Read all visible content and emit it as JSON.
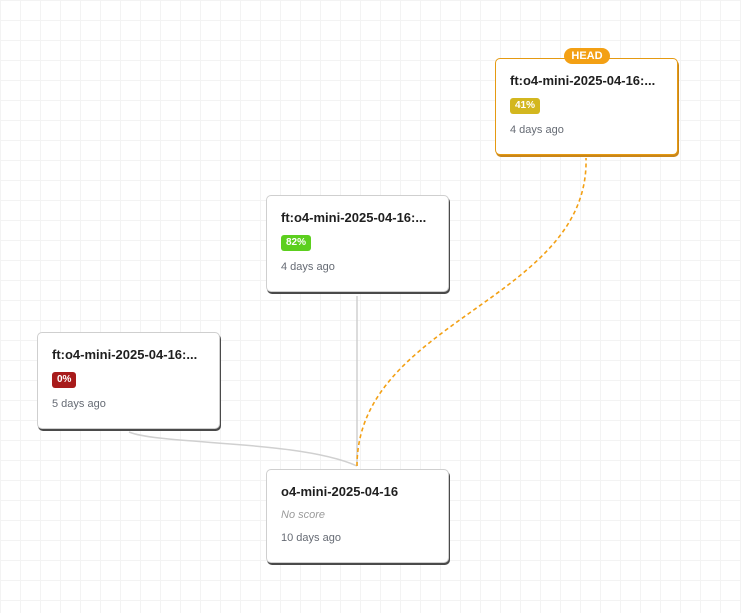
{
  "graph": {
    "head_label": "HEAD",
    "nodes": [
      {
        "id": "head",
        "title": "ft:o4-mini-2025-04-16:...",
        "score": "41%",
        "score_color": "#d3b71f",
        "time": "4 days ago",
        "is_head": true
      },
      {
        "id": "mid",
        "title": "ft:o4-mini-2025-04-16:...",
        "score": "82%",
        "score_color": "#5ccf1e",
        "time": "4 days ago",
        "is_head": false
      },
      {
        "id": "left",
        "title": "ft:o4-mini-2025-04-16:...",
        "score": "0%",
        "score_color": "#a81b1b",
        "time": "5 days ago",
        "is_head": false
      },
      {
        "id": "base",
        "title": "o4-mini-2025-04-16",
        "score": "No score",
        "time": "10 days ago",
        "is_head": false
      }
    ],
    "colors": {
      "head_accent": "#f3a014",
      "edge_gray": "#d0d0d0",
      "card_border": "#cfcfcf"
    }
  }
}
